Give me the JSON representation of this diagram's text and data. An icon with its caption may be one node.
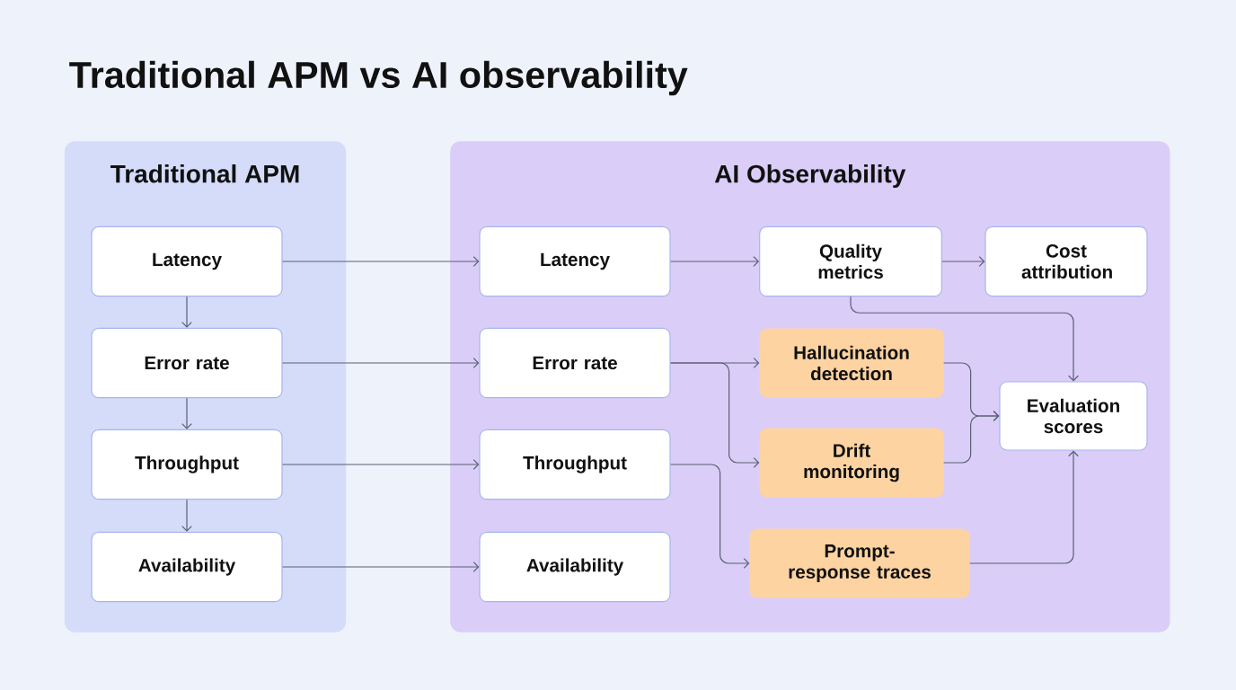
{
  "diagram": {
    "title": "Traditional APM vs AI observability",
    "nodes": [
      {
        "text": [
          "Traditional APM"
        ]
      },
      {
        "text": [
          "Latency"
        ],
        "in": 0
      },
      {
        "text": [
          "Error rate"
        ],
        "in": 0
      },
      {
        "text": [
          "Throughput"
        ],
        "in": 0
      },
      {
        "text": [
          "Availability"
        ],
        "in": 0
      },
      {
        "text": [
          "AI Observability"
        ]
      },
      {
        "text": [
          "Latency"
        ],
        "in": 5
      },
      {
        "text": [
          "Error rate"
        ],
        "in": 5
      },
      {
        "text": [
          "Throughput"
        ],
        "in": 5
      },
      {
        "text": [
          "Availability"
        ],
        "in": 5
      },
      {
        "text": [
          "Quality metrics"
        ],
        "in": 5
      },
      {
        "text": [
          "Cost attribution"
        ],
        "in": 5
      },
      {
        "text": [
          "Hallucination detection"
        ],
        "in": 5
      },
      {
        "text": [
          "Evaluation scores"
        ],
        "in": 5
      },
      {
        "text": [
          "Drift monitoring"
        ],
        "in": 5
      },
      {
        "text": [
          "Prompt-response traces"
        ],
        "in": 5
      }
    ],
    "edges": [
      {
        "from": 1,
        "to": 2,
        "arrow": "to"
      },
      {
        "from": 2,
        "to": 3,
        "arrow": "to"
      },
      {
        "from": 3,
        "to": 4,
        "arrow": "to"
      },
      {
        "from": 1,
        "to": 6,
        "arrow": "to"
      },
      {
        "from": 2,
        "to": 7,
        "arrow": "to"
      },
      {
        "from": 3,
        "to": 8,
        "arrow": "to"
      },
      {
        "from": 4,
        "to": 9,
        "arrow": "to"
      },
      {
        "from": 6,
        "to": 10,
        "arrow": "to"
      },
      {
        "from": 10,
        "to": 11,
        "arrow": "to"
      },
      {
        "from": 10,
        "to": 13,
        "arrow": "to"
      },
      {
        "from": 7,
        "to": 12,
        "arrow": "to"
      },
      {
        "from": 7,
        "to": 14,
        "arrow": "to"
      },
      {
        "from": 12,
        "to": 13,
        "arrow": "to"
      },
      {
        "from": 14,
        "to": 13,
        "arrow": "to"
      },
      {
        "from": 8,
        "to": 15,
        "arrow": "to"
      },
      {
        "from": 15,
        "to": 13,
        "arrow": "to"
      }
    ]
  }
}
